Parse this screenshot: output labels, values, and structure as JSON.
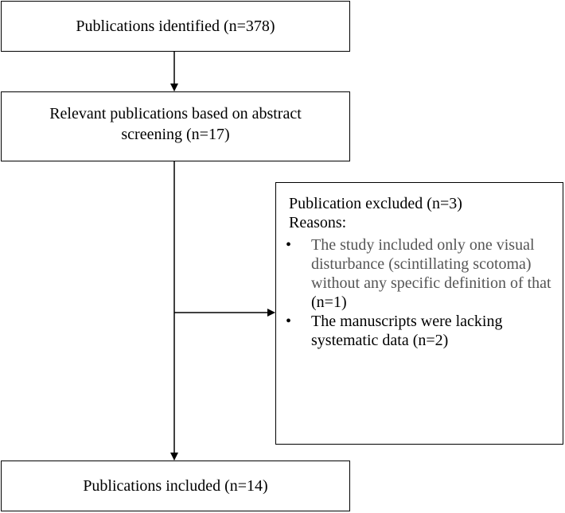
{
  "diagram": {
    "nodes": [
      {
        "id": "identified",
        "text": "Publications identified (n=378)"
      },
      {
        "id": "screened",
        "text": "Relevant publications based on abstract screening (n=17)"
      },
      {
        "id": "excluded",
        "title": "Publication excluded (n=3)",
        "subtitle": "Reasons:",
        "reasons": [
          {
            "bullet": "•",
            "text": "The study included only one visual disturbance (scintillating scotoma) without any specific definition of that",
            "count": "(n=1)"
          },
          {
            "bullet": "•",
            "text": "The manuscripts were lacking systematic data (n=2)"
          }
        ]
      },
      {
        "id": "included",
        "text": "Publications included (n=14)"
      }
    ],
    "edges": [
      {
        "from": "identified",
        "to": "screened"
      },
      {
        "from": "screened",
        "to": "excluded"
      },
      {
        "from": "screened",
        "to": "included"
      }
    ],
    "colors": {
      "line": "#000000",
      "reason_text_muted": "#555555"
    }
  }
}
